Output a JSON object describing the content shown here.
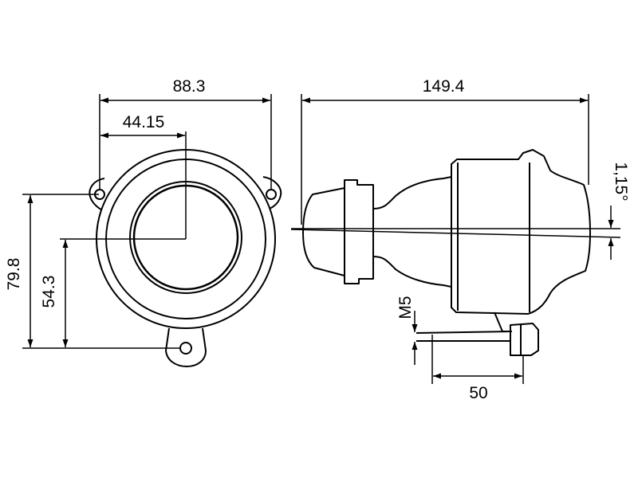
{
  "line_color": "#000000",
  "background_color": "#ffffff",
  "front_view": {
    "width_overall": "88.3",
    "width_to_center": "44.15",
    "height_overall": "79.8",
    "height_to_center": "54.3"
  },
  "side_view": {
    "length_overall": "149.4",
    "tilt_angle": "1,15°",
    "thread": "M5",
    "mount_offset": "50"
  }
}
